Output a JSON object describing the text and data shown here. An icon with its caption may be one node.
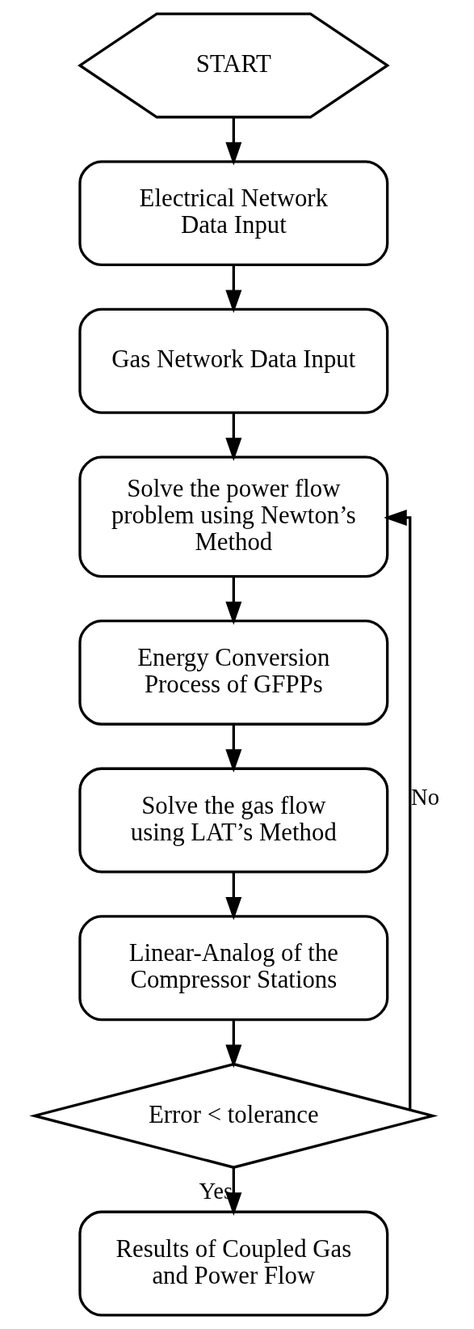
{
  "diagram": {
    "nodes": [
      {
        "text": [
          "START"
        ]
      },
      {
        "text": [
          "Electrical Network Data Input"
        ]
      },
      {
        "text": [
          "Gas Network Data Input"
        ]
      },
      {
        "text": [
          "Solve the power flow problem using Newton’s Method"
        ]
      },
      {
        "text": [
          "Energy Conversion Process of GFPPs"
        ]
      },
      {
        "text": [
          "Solve the gas flow using LAT’s Method"
        ]
      },
      {
        "text": [
          "Linear-Analog of the Compressor Stations"
        ]
      },
      {
        "text": [
          "Error < tolerance"
        ]
      },
      {
        "text": [
          "Results of Coupled Gas and Power Flow"
        ]
      }
    ],
    "edges": [
      {
        "from": 0,
        "to": 1,
        "arrow": "to"
      },
      {
        "from": 1,
        "to": 2,
        "arrow": "to"
      },
      {
        "from": 2,
        "to": 3,
        "arrow": "to"
      },
      {
        "from": 3,
        "to": 4,
        "arrow": "to"
      },
      {
        "from": 4,
        "to": 5,
        "arrow": "to"
      },
      {
        "from": 5,
        "to": 6,
        "arrow": "to"
      },
      {
        "from": 6,
        "to": 7,
        "arrow": "to"
      },
      {
        "from": 7,
        "to": 3,
        "arrow": "to",
        "label": "No"
      },
      {
        "from": 7,
        "to": 8,
        "arrow": "to",
        "label": "Yes"
      }
    ]
  }
}
